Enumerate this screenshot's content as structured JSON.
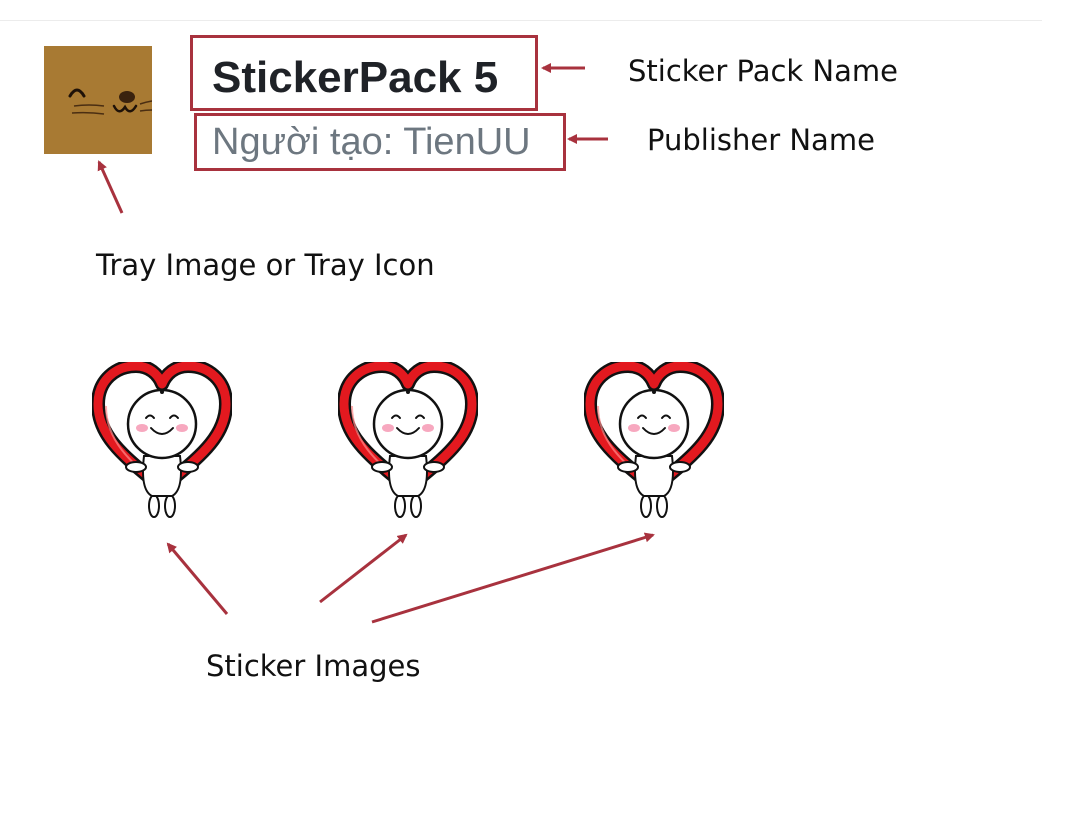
{
  "header": {
    "pack_name": "StickerPack 5",
    "publisher": "Người tạo: TienUU"
  },
  "annotations": {
    "pack_name_label": "Sticker Pack Name",
    "publisher_label": "Publisher Name",
    "tray_label": "Tray Image or Tray Icon",
    "stickers_label": "Sticker Images"
  },
  "colors": {
    "annotation": "#a8323e",
    "tray_background": "#a87a33",
    "heart": "#e3191f"
  },
  "stickers": [
    {
      "icon": "heart-character-sticker"
    },
    {
      "icon": "heart-character-sticker"
    },
    {
      "icon": "heart-character-sticker"
    }
  ],
  "tray": {
    "icon": "cat-face-icon"
  }
}
